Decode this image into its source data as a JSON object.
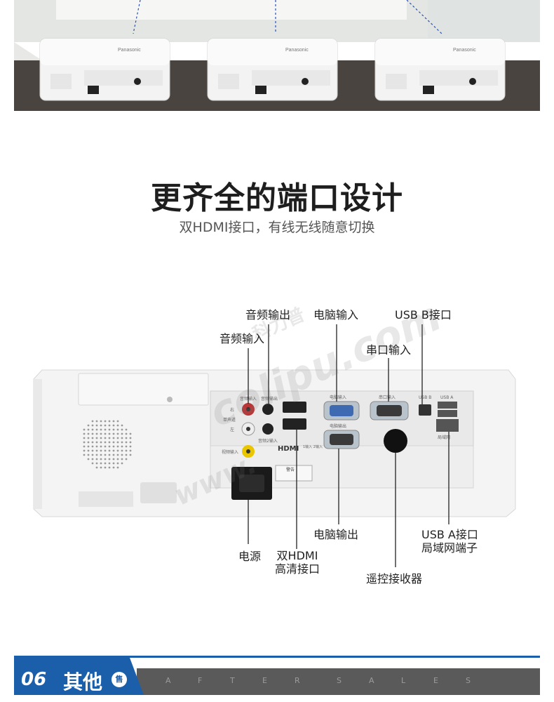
{
  "brand_mark": "Panasonic",
  "heading": {
    "title": "更齐全的端口设计",
    "subtitle": "双HDMI接口，有线无线随意切换"
  },
  "callouts": {
    "audio_out": "音频输出",
    "pc_in": "电脑输入",
    "usb_b": "USB B接口",
    "audio_in": "音频输入",
    "serial_in": "串口输入",
    "power": "电源",
    "dual_hdmi_line1": "双HDMI",
    "dual_hdmi_line2": "高清接口",
    "pc_out": "电脑输出",
    "usb_a_line1": "USB A接口",
    "usb_a_line2": "局域网端子",
    "remote_receiver": "遥控接收器"
  },
  "panel_text": {
    "audio_in": "音频输入",
    "audio_out": "音频输出",
    "right": "右",
    "audio_left": "单声道",
    "left": "左",
    "video_in": "视频输入",
    "audio2_in": "音频2输入",
    "hdmi": "HDMI",
    "hdmi_in": "1输入 2输入",
    "pc_in": "电脑输入",
    "pc_out": "电脑输出",
    "serial_in": "串口输入",
    "usb_b": "USB B",
    "usb_a": "USB A",
    "lan": "局域网",
    "warning": "警告"
  },
  "watermark": {
    "brand_cn": "科力普",
    "domain": "colipu.com",
    "www": "www."
  },
  "footer": {
    "section_number": "06",
    "section_title": "其他",
    "badge": "售",
    "after_sales": [
      "A",
      "F",
      "T",
      "E",
      "R",
      "S",
      "A",
      "L",
      "E",
      "S"
    ]
  },
  "colors": {
    "footer_blue": "#1b5ea9",
    "footer_gray": "#5a5a5a",
    "floor_dark": "#4a4440"
  }
}
